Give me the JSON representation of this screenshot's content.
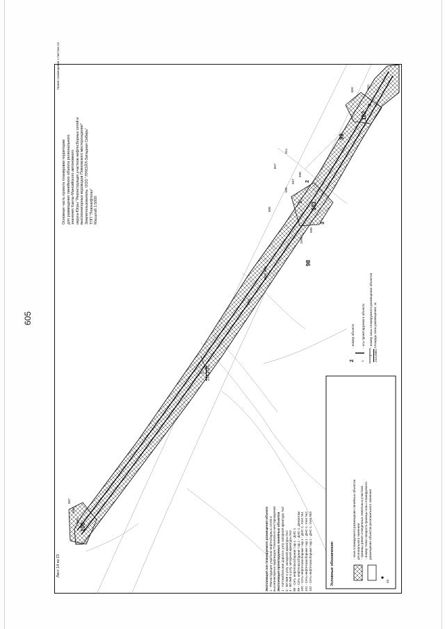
{
  "page_number": "605",
  "title_block": {
    "lines": [
      "Основная часть проекта планировки территории",
      "для размещения линейного объекта регионального",
      "значения Ханты-Мансийского автономного",
      "округа-Югры \"Реконструкция участков нефтесборных сетей и",
      "высоконапорных водоводов Повховского месторождения\"",
      "Землепользователь: ООО \"ЛУКОЙЛ-Западная Сибирь\"",
      "ТПП \"Повхнефтегаз\"",
      "Масштаб 1:5000"
    ]
  },
  "sheet_ref": "Лист 14 из 23",
  "match_line": "Линия совмещения с листом 13",
  "explication": {
    "title1": "Экспликация зон планируемого размещения объекта",
    "items1": [
      "1 - Реконструкция участков нефтесборных сетей и",
      "высоконапорных водоводов Повховского месторождения"
    ],
    "title2": "Экспликация проектируемых линейных объектов",
    "items2": [
      "1 - Автомобильная дорога к узлу запорной арматуры №2",
      "3 - ВЛ 6кВ к узлу запорной арматуры №2",
      "4 - ВЛ 6кВ к узлу запорной арматуры №3",
      "98 - Сеть нефтегазосборная т.вр.1 - ДНС-1",
      "99 - Сеть нефтегазосборная т.вр.1 - ДНС-1. Демонтаж",
      "100 - Сеть нефтегазосборная т.вр.1 - ДНС-1. Узел №1",
      "101 - Сеть нефтегазосборная т.вр.1 - ДНС-1. Узел №2",
      "102 - Сеть нефтегазосборная т.вр.1 - ДНС-1. Узел №3"
    ]
  },
  "legend": {
    "title": "Условные обозначения:",
    "rows": [
      "- зона планируемого размещения линейных объектов",
      "регионального значения",
      "- границы ранее отведенных земельных участков",
      "- номер точки поворота границы зоны планируемого",
      "размещения объектов регионального значения"
    ],
    "point_sample": "43",
    "object_number_sample": "2",
    "object_number_label": "- номер объекта",
    "axis_sample": "1",
    "axis_label": "- ось проектируемого объекта",
    "zone_sample_num": "1",
    "zone_sample_area": "214,9381",
    "zone_label_1": "- номер зоны планируемого размещения объектов",
    "zone_label_2": "площадь зоны размещения, га"
  },
  "map_labels": {
    "zone_num": "1",
    "zone_area": "214,9381",
    "objects": [
      "100",
      "101",
      "102",
      "99",
      "98",
      "3",
      "4",
      "1",
      "2"
    ],
    "points": [
      "587",
      "588",
      "595",
      "596",
      "597",
      "598",
      "599",
      "600",
      "601",
      "602",
      "603",
      "604",
      "605",
      "606",
      "607",
      "608",
      "609",
      "610",
      "611",
      "612",
      "613",
      "1599",
      "1600",
      "1601"
    ]
  }
}
